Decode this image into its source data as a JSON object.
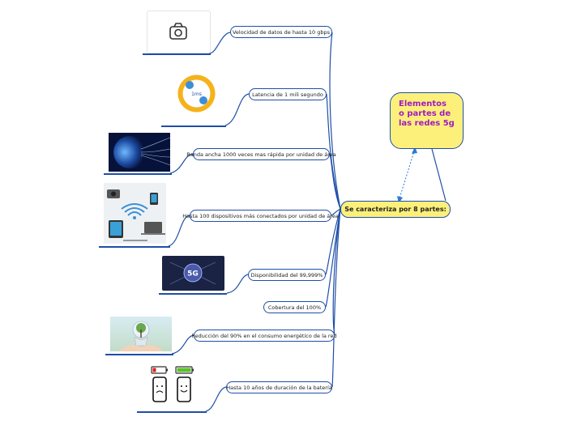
{
  "central": {
    "label": "Se caracteriza por 8 partes:"
  },
  "callout": {
    "label": "Elementos o partes de las redes 5g"
  },
  "branches": [
    {
      "label": "Velocidad de datos de hasta 10 gbps",
      "icon": "camera-icon"
    },
    {
      "label": "Latencia de 1 mili segundo",
      "icon": "latency-app-icon",
      "icon_text": "1ms"
    },
    {
      "label": "Banda ancha 1000 veces mas rápida por unidad de área",
      "icon": "globe-network-icon"
    },
    {
      "label": "Hasta 100 dispositivos más conectados por unidad de área",
      "icon": "connected-devices-icon"
    },
    {
      "label": "Disponibilidad del 99,999%",
      "icon": "5g-hub-icon",
      "icon_text": "5G"
    },
    {
      "label": "Cobertura del 100%"
    },
    {
      "label": "Reducción del 90% en el consumo energético de la red",
      "icon": "eco-lightbulb-icon"
    },
    {
      "label": "Hasta 10 años de duración de la batería",
      "icon": "phone-battery-icon"
    }
  ],
  "colors": {
    "line": "#1e4fa8",
    "central_fill": "#fdf07a",
    "callout_text": "#a01cc0"
  }
}
